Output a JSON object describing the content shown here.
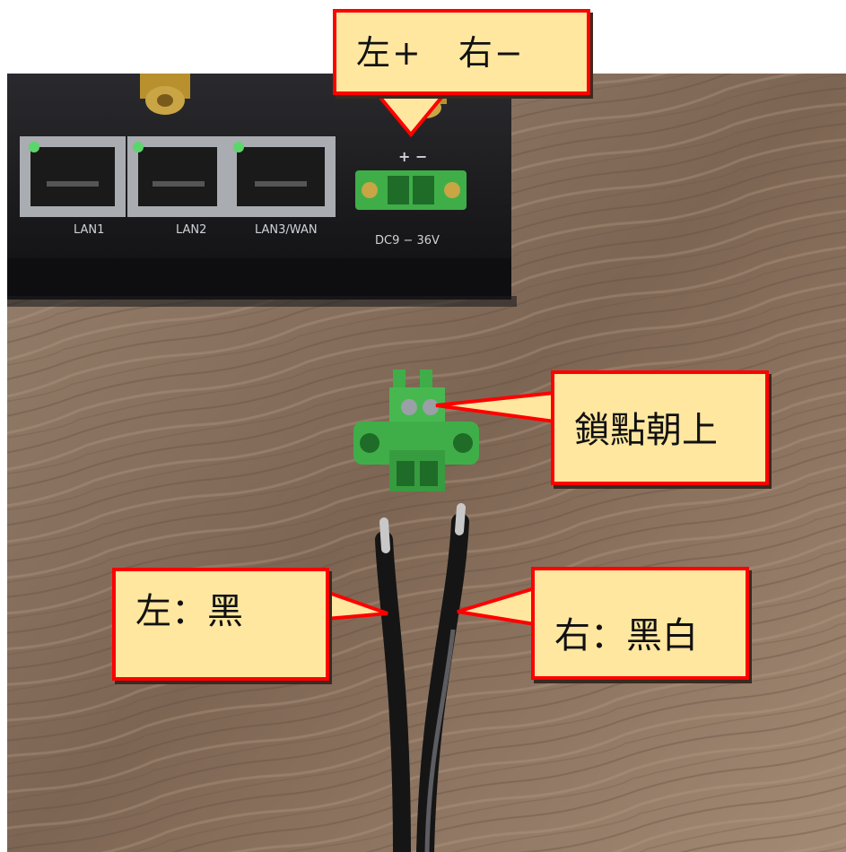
{
  "device": {
    "ports": [
      "LAN1",
      "LAN2",
      "LAN3/WAN"
    ],
    "power_terminal_marks": "+ −",
    "power_label": "DC9 − 36V"
  },
  "callouts": {
    "polarity": "左+　右−",
    "lock_up": "鎖點朝上",
    "left_wire": "左：黑",
    "right_wire": "右：黑白"
  },
  "colors": {
    "callout_fill": "#ffe7a0",
    "callout_border": "#ff0000",
    "terminal_green": "#3fae48",
    "device_black": "#1c1c20",
    "wood": "#8c7460"
  }
}
